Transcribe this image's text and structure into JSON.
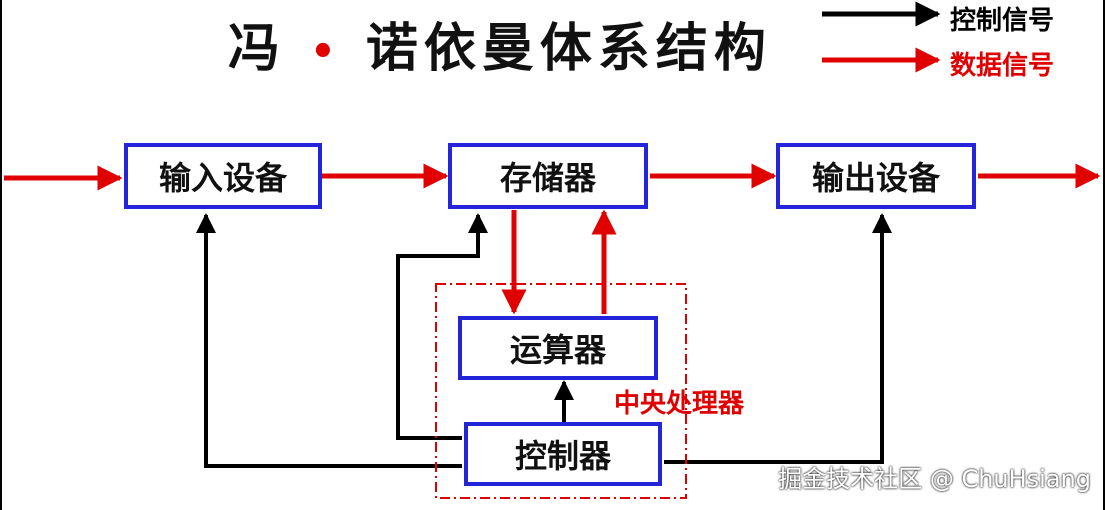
{
  "title": {
    "main": "冯",
    "dot": "•",
    "rest": "诺依曼体系结构"
  },
  "legend": {
    "control": {
      "label": "控制信号",
      "color": "#000000"
    },
    "data": {
      "label": "数据信号",
      "color": "#e00000"
    }
  },
  "boxes": {
    "input": "输入设备",
    "memory": "存储器",
    "output": "输出设备",
    "alu": "运算器",
    "controller": "控制器"
  },
  "cpu_label": "中央处理器",
  "watermark": "掘金技术社区 @ ChuHsiang",
  "colors": {
    "box_border": "#2424d8",
    "data": "#e00000",
    "control": "#000000"
  }
}
